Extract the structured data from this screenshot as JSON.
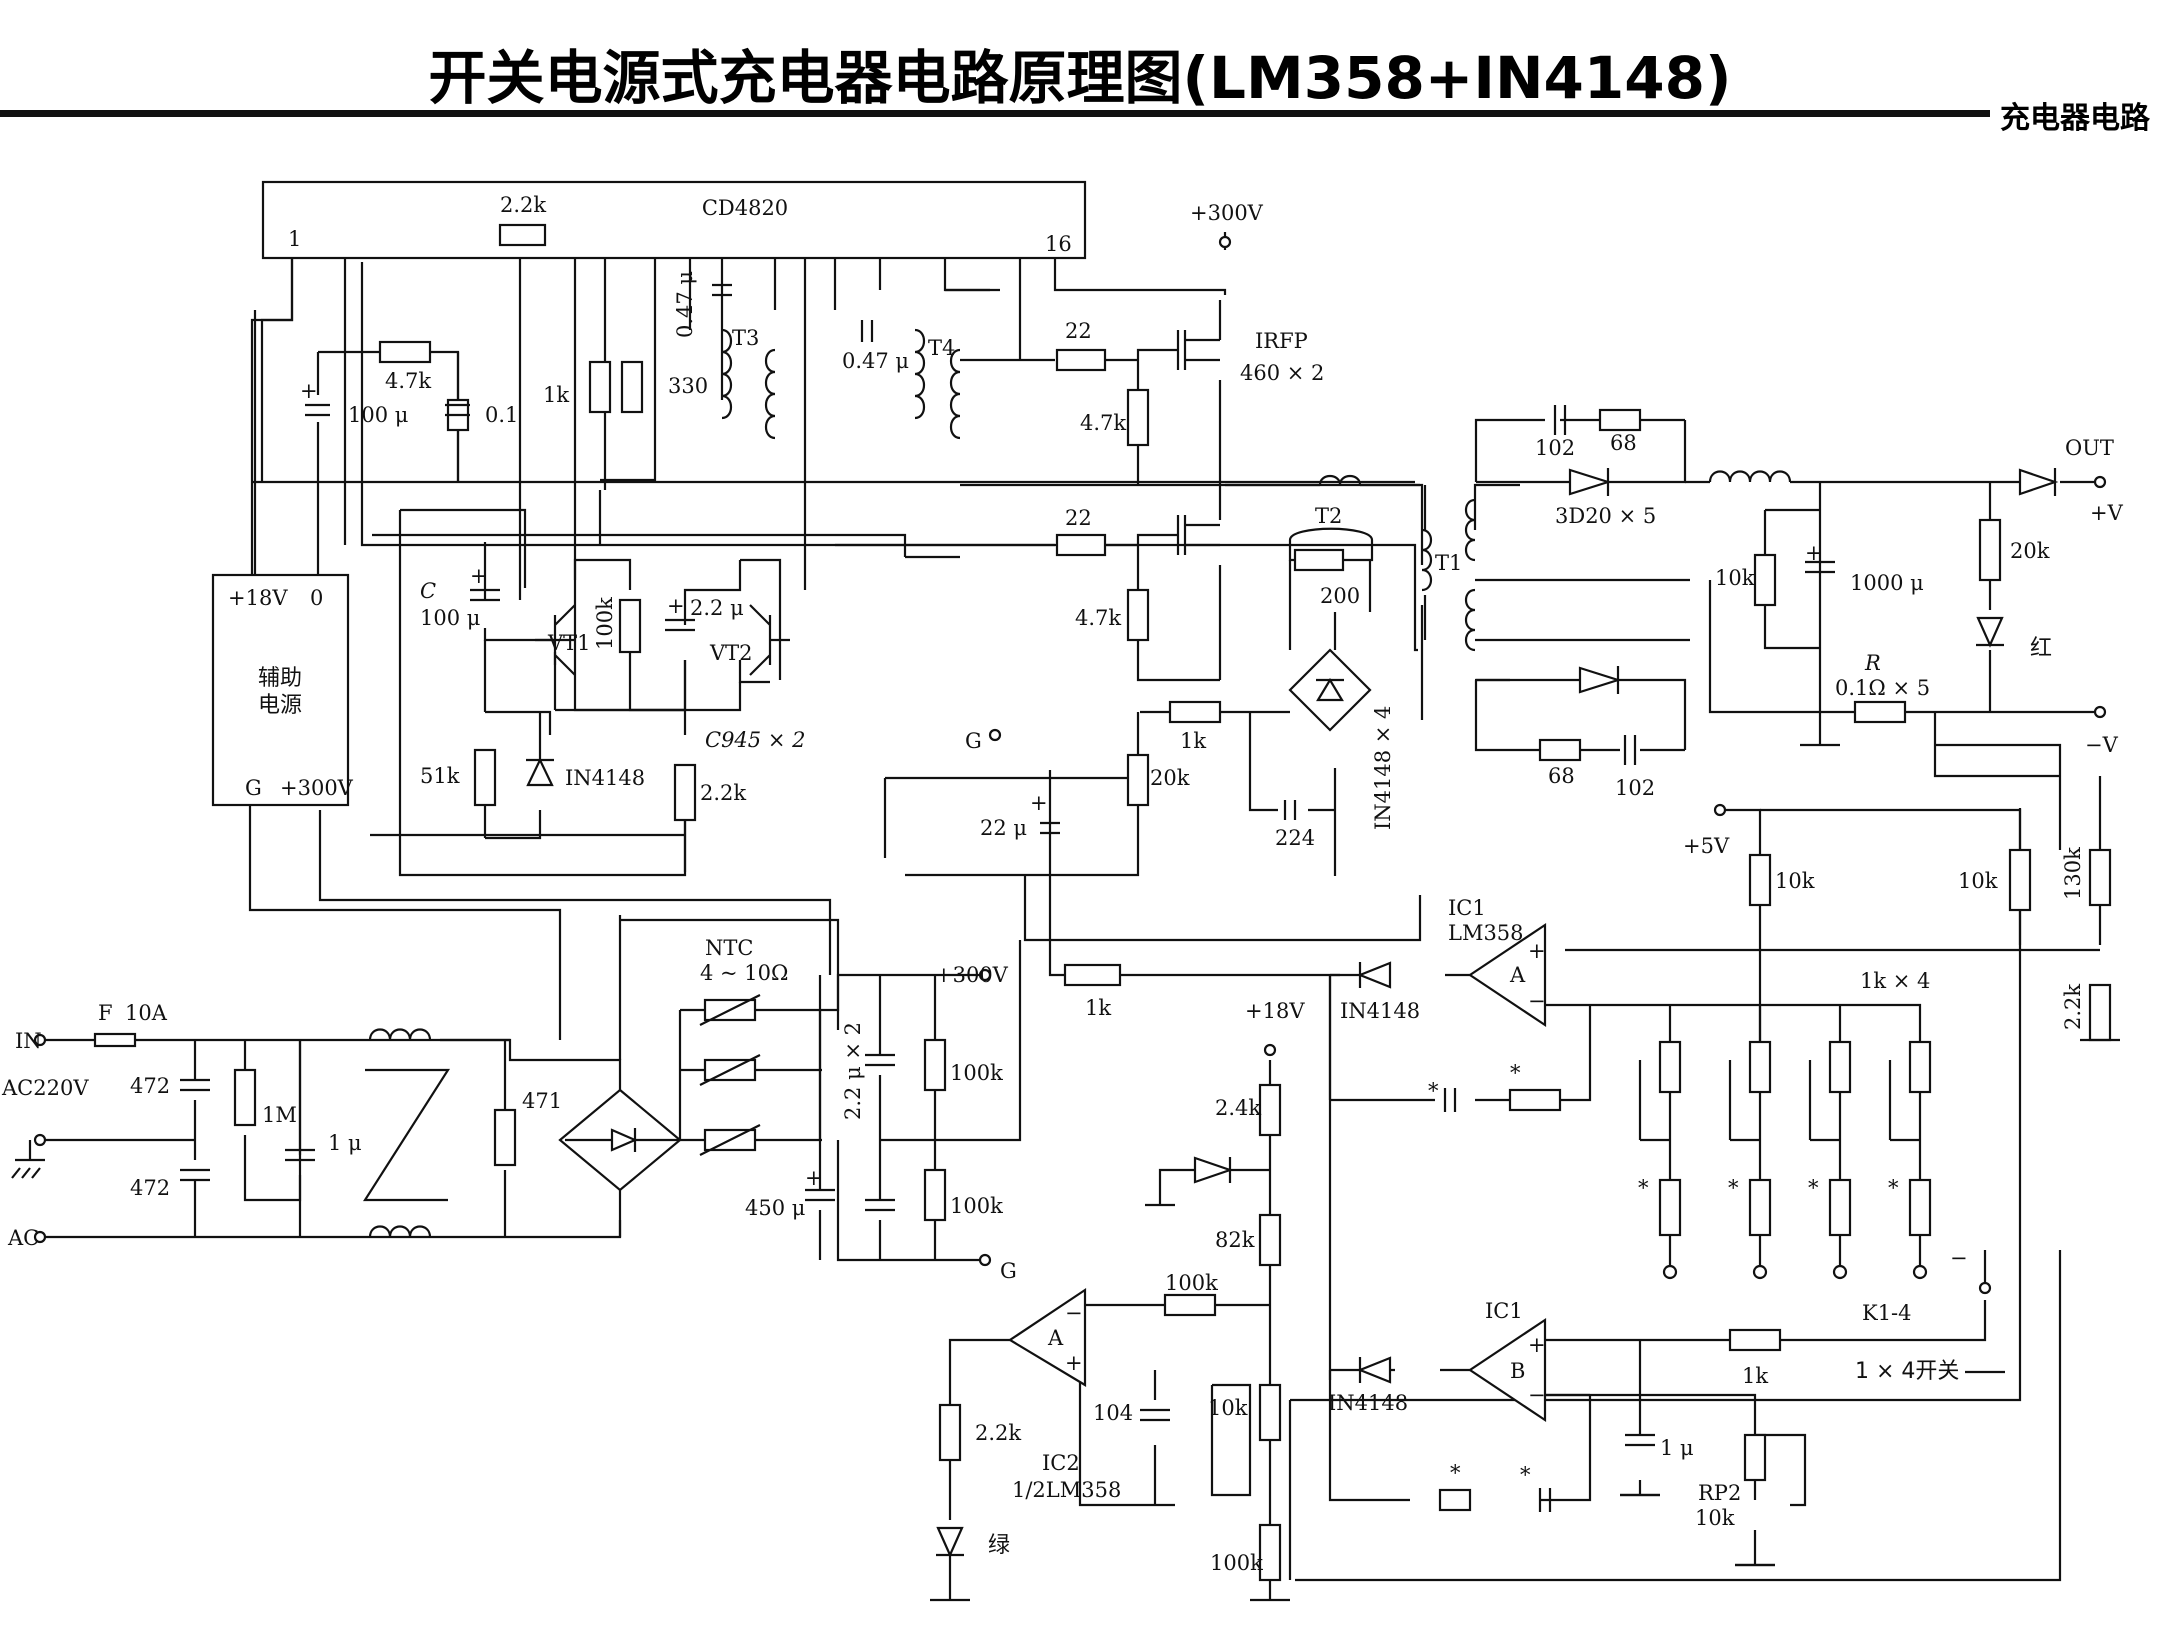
{
  "header": {
    "title": "开关电源式充电器电路原理图(LM358+IN4148)",
    "category": "充电器电路"
  },
  "colors": {
    "ink": "#111111",
    "paper": "#ffffff"
  },
  "chips": {
    "cd4820": {
      "name": "CD4820",
      "pin1": "1",
      "pin16": "16"
    },
    "aux_supply": {
      "name_line1": "辅助",
      "name_line2": "电源",
      "pin_18v": "+18V",
      "pin_0": "0",
      "pin_g": "G",
      "pin_300v": "+300V"
    },
    "ic1a": {
      "name": "IC1",
      "part": "LM358",
      "unit": "A"
    },
    "ic1b": {
      "name": "IC1",
      "unit": "B"
    },
    "ic2": {
      "name": "IC2",
      "part": "1/2LM358",
      "unit": "A"
    }
  },
  "signs": {
    "plus": "+",
    "minus": "−",
    "star": "*"
  },
  "labels": {
    "r_2k2_top": "2.2k",
    "c_047_t3": "0.47 μ",
    "t3": "T3",
    "r_330": "330",
    "c_047_t4": "0.47 μ",
    "t4": "T4",
    "r_47k_top": "4.7k",
    "c_100u_left": "100 μ",
    "c_01": "0.1",
    "r_1k_left": "1k",
    "c_label": "C",
    "c_100u_vt": "100 μ",
    "vt1": "VT1",
    "r_100k_vt": "100k",
    "c_22u_vt": "2.2 μ",
    "vt2": "VT2",
    "vt_part": "C945 × 2",
    "r_51k": "51k",
    "d_in4148_vt": "IN4148",
    "r_2k2_vt": "2.2k",
    "v300_top": "+300V",
    "mos_part": "IRFP",
    "mos_count": "460 × 2",
    "r_22_a": "22",
    "r_47k_a": "4.7k",
    "r_22_b": "22",
    "r_47k_b": "4.7k",
    "g_label": "G",
    "r_1k_fb": "1k",
    "rp_20k": "20k",
    "c_22u_fb": "22 μ",
    "t2": "T2",
    "r_200": "200",
    "d_bridge_fb": "IN4148 × 4",
    "c_224": "224",
    "t1": "T1",
    "c_102_top": "102",
    "r_68_top": "68",
    "d_3d20": "3D20 × 5",
    "r_10k_out": "10k",
    "c_1000u": "1000 μ",
    "r_68_bot": "68",
    "c_102_bot": "102",
    "out_label": "OUT",
    "vplus": "+V",
    "r_20k_led": "20k",
    "led_red": "红",
    "r_label": "R",
    "r_shunt": "0.1Ω × 5",
    "vminus": "−V",
    "v5": "+5V",
    "r_10k_a": "10k",
    "r_10k_b": "10k",
    "r_130k": "130k",
    "r_2k2_div": "2.2k",
    "r_1k4": "1k × 4",
    "r_1k_mid": "1k",
    "d_in4148_a": "IN4148",
    "v18": "+18V",
    "r_24k": "2.4k",
    "r_82k": "82k",
    "r_100k_fb": "100k",
    "c_104": "104",
    "rp_10k": "10k",
    "r_100k_bot": "100k",
    "r_22k_led": "2.2k",
    "led_green": "绿",
    "d_in4148_b": "IN4148",
    "r_1k_sw": "1k",
    "c_1u_b": "1 μ",
    "rp2": "RP2",
    "rp2_val": "10k",
    "k14": "K1-4",
    "switch": "1 × 4开关",
    "in_label": "IN",
    "ac220": "AC220V",
    "ac_label": "AC",
    "fuse": "F",
    "fuse_val": "10A",
    "c_472_a": "472",
    "c_472_b": "472",
    "r_1m": "1M",
    "c_1u_in": "1 μ",
    "mov_471": "471",
    "ntc": "NTC",
    "ntc_val": "4 ~ 10Ω",
    "v300_mid": "+300V",
    "c_22u_x2": "2.2 μ × 2",
    "r_100k_a": "100k",
    "r_100k_b": "100k",
    "c_450u": "450 μ",
    "g_mid": "G"
  }
}
